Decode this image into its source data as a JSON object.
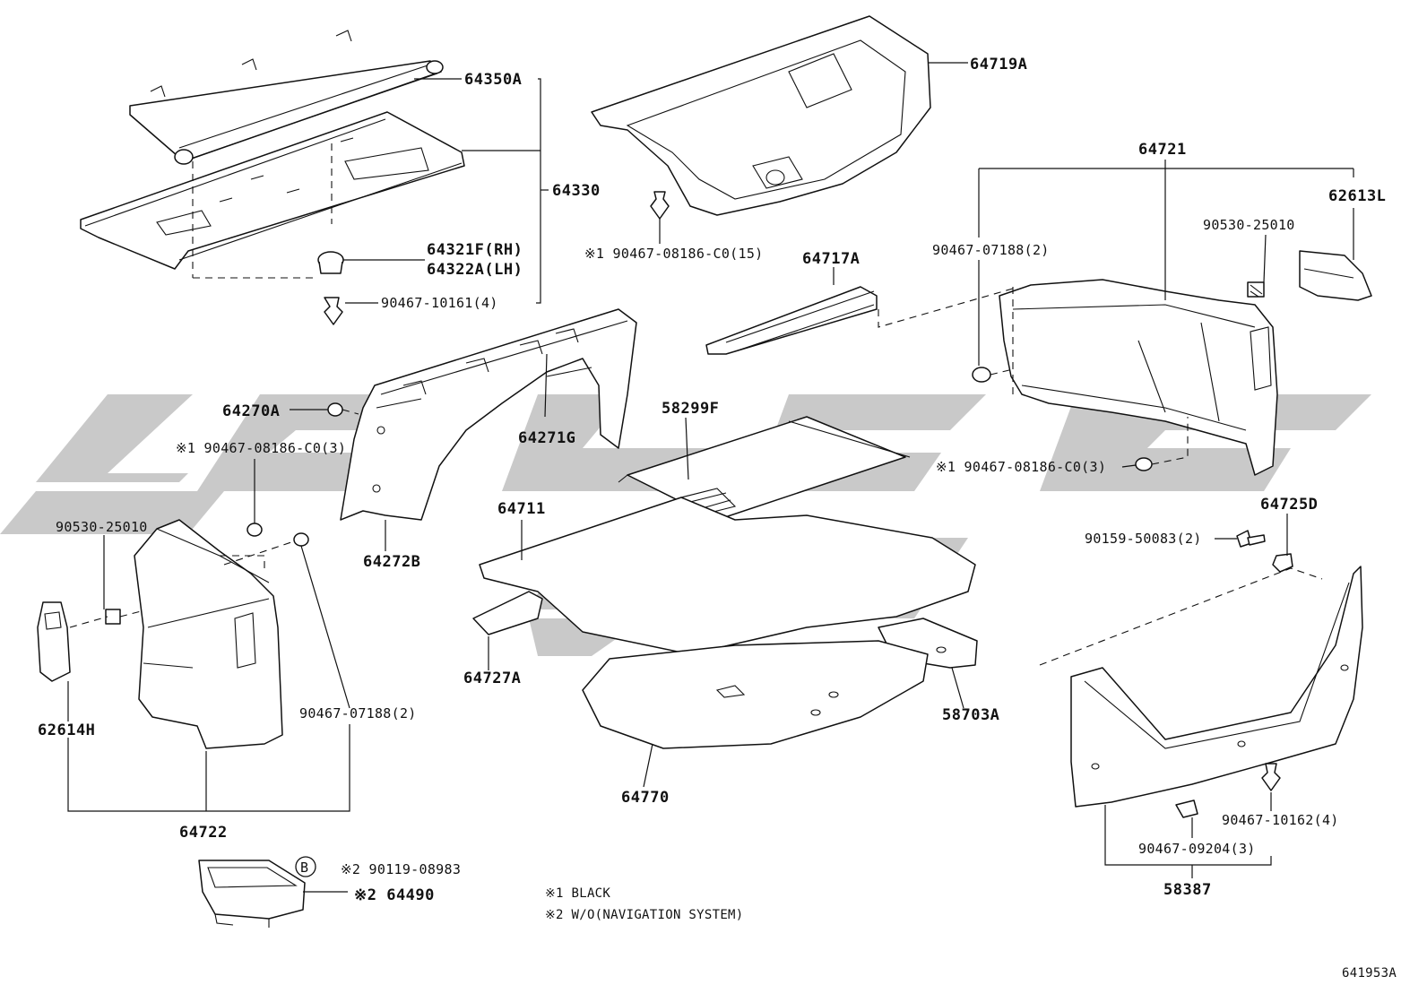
{
  "labels": {
    "p64350A": "64350A",
    "p64330": "64330",
    "p64321F": "64321F(RH)",
    "p64322A": "64322A(LH)",
    "p90467_10161": "90467-10161(4)",
    "p64719A": "64719A",
    "p90467_08186_15": "※1 90467-08186-C0(15)",
    "p64717A": "64717A",
    "p64721": "64721",
    "p62613L": "62613L",
    "p90530_25010_r": "90530-25010",
    "p90467_07188_r": "90467-07188(2)",
    "p64270A": "64270A",
    "p64271G": "64271G",
    "p58299F": "58299F",
    "p90467_08186_3l": "※1 90467-08186-C0(3)",
    "p90467_08186_3r": "※1 90467-08186-C0(3)",
    "p64725D": "64725D",
    "p90159_50083": "90159-50083(2)",
    "p90530_25010_l": "90530-25010",
    "p64711": "64711",
    "p64272B": "64272B",
    "p64727A": "64727A",
    "p58703A": "58703A",
    "p90467_07188_l": "90467-07188(2)",
    "p62614H": "62614H",
    "p64770": "64770",
    "p64722": "64722",
    "p90467_10162": "90467-10162(4)",
    "p90467_09204": "90467-09204(3)",
    "p58387": "58387",
    "p90119_08983": "※2 90119-08983",
    "p64490": "※2 64490",
    "circleB": "B"
  },
  "notes": {
    "n1": "※1 BLACK",
    "n2": "※2 W/O(NAVIGATION SYSTEM)"
  },
  "figure_id": "641953A",
  "colors": {
    "line": "#111111",
    "watermark": "#bdbdbd",
    "background": "#ffffff"
  }
}
